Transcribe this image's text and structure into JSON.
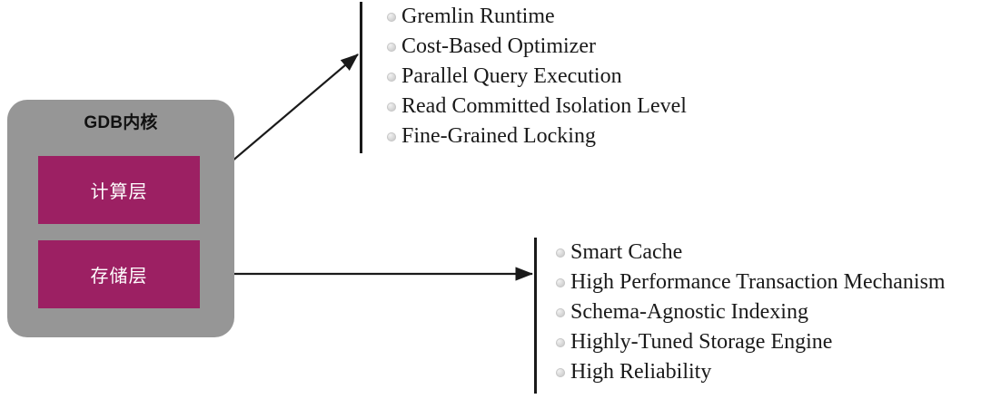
{
  "diagram": {
    "kernel": {
      "title": "GDB内核",
      "container_color": "#969696",
      "layers": [
        {
          "name": "compute-layer",
          "label": "计算层",
          "color": "#9c2063"
        },
        {
          "name": "storage-layer",
          "label": "存储层",
          "color": "#9c2063"
        }
      ]
    },
    "feature_groups": [
      {
        "name": "compute-layer-features",
        "source": "计算层",
        "items": [
          "Gremlin Runtime",
          "Cost-Based Optimizer",
          "Parallel  Query Execution",
          "Read Committed Isolation Level",
          "Fine-Grained Locking"
        ]
      },
      {
        "name": "storage-layer-features",
        "source": "存储层",
        "items": [
          "Smart Cache",
          "High Performance Transaction Mechanism",
          "Schema-Agnostic Indexing",
          "Highly-Tuned Storage Engine",
          "High Reliability"
        ]
      }
    ],
    "connectors": [
      {
        "name": "compute-to-features-arrow",
        "style": "diagonal-arrow"
      },
      {
        "name": "storage-to-features-arrow",
        "style": "horizontal-arrow"
      }
    ]
  }
}
